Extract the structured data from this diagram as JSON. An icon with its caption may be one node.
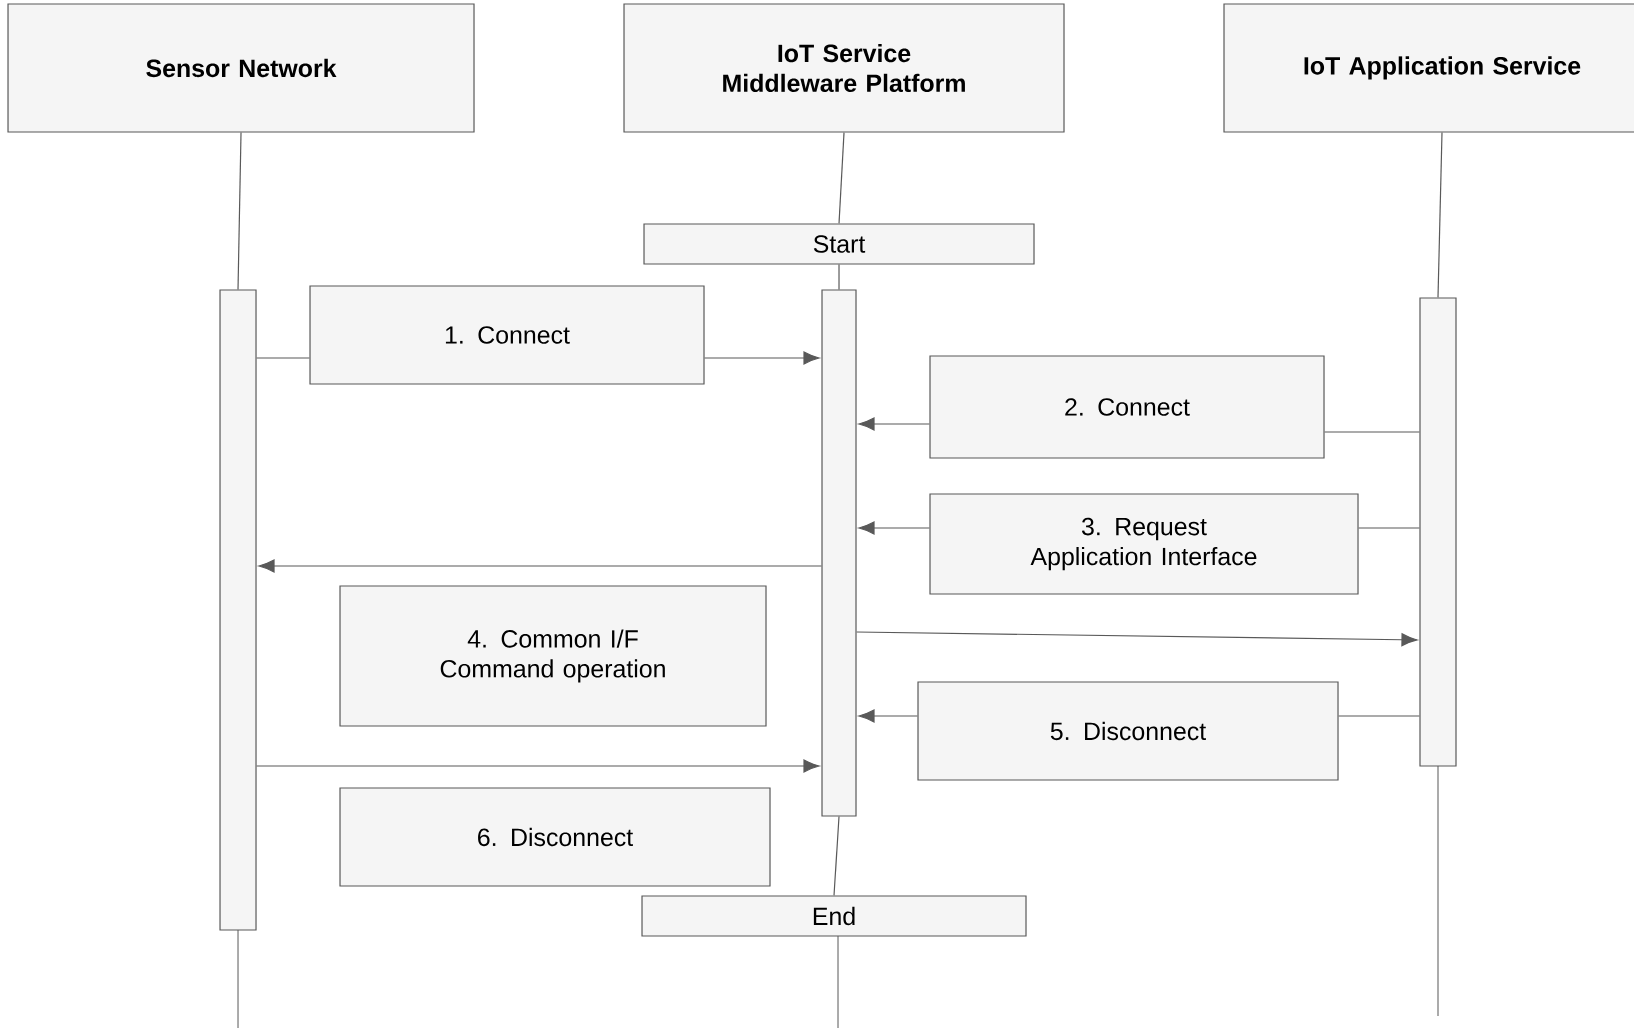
{
  "diagram": {
    "nodes": [
      {
        "text": [
          "Sensor Network"
        ]
      },
      {
        "text": [
          "IoT Service Middleware Platform"
        ]
      },
      {
        "text": [
          "IoT Application Service"
        ]
      },
      {
        "text": [
          "Start"
        ]
      },
      {
        "text": [],
        "shape": "bar"
      },
      {
        "text": [],
        "shape": "bar"
      },
      {
        "text": [],
        "shape": "bar"
      },
      {
        "text": [
          "1. Connect"
        ]
      },
      {
        "text": [
          "2. Connect"
        ]
      },
      {
        "text": [
          "3. Request Application Interface"
        ]
      },
      {
        "text": [
          "4. Common I/F Command operation"
        ]
      },
      {
        "text": [
          "5. Disconnect"
        ]
      },
      {
        "text": [
          "6. Disconnect"
        ]
      },
      {
        "text": [
          "End"
        ]
      }
    ],
    "edges": [
      {
        "from": 0,
        "to": 4,
        "arrow": "none"
      },
      {
        "from": 1,
        "to": 3,
        "arrow": "none"
      },
      {
        "from": 3,
        "to": 5,
        "arrow": "none"
      },
      {
        "from": 2,
        "to": 6,
        "arrow": "none"
      },
      {
        "from": 5,
        "to": 13,
        "arrow": "none"
      },
      {
        "from": 4,
        "to": 7,
        "arrow": "none"
      },
      {
        "from": 7,
        "to": 5,
        "arrow": "to"
      },
      {
        "from": 6,
        "to": 8,
        "arrow": "none"
      },
      {
        "from": 8,
        "to": 5,
        "arrow": "to"
      },
      {
        "from": 6,
        "to": 9,
        "arrow": "none"
      },
      {
        "from": 9,
        "to": 5,
        "arrow": "to"
      },
      {
        "from": 5,
        "to": 4,
        "arrow": "to"
      },
      {
        "from": 5,
        "to": 6,
        "arrow": "to"
      },
      {
        "from": 6,
        "to": 11,
        "arrow": "none"
      },
      {
        "from": 11,
        "to": 5,
        "arrow": "to"
      },
      {
        "from": 4,
        "to": 5,
        "arrow": "to"
      }
    ]
  }
}
